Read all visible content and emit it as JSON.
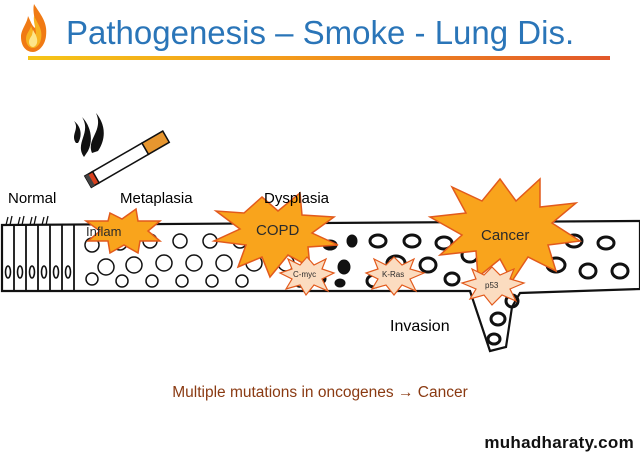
{
  "slide": {
    "title": "Pathogenesis – Smoke - Lung Dis.",
    "title_color": "#2a75b8",
    "accent_gradient": [
      "#f5c518",
      "#f39a1b",
      "#e2572a"
    ]
  },
  "stages": {
    "normal": "Normal",
    "metaplasia": "Metaplasia",
    "dysplasia": "Dysplasia",
    "invasion": "Invasion"
  },
  "bursts": {
    "inflam": "Inflam",
    "copd": "COPD",
    "cancer": "Cancer",
    "cmyc": "C-myc",
    "kras": "K-Ras",
    "p53": "p53"
  },
  "caption": "Multiple mutations in oncogenes → Cancer",
  "watermark": "muhadharaty.com",
  "icons": [
    "flame-icon",
    "cigarette-icon",
    "smoke-icon",
    "explosion-icon"
  ]
}
